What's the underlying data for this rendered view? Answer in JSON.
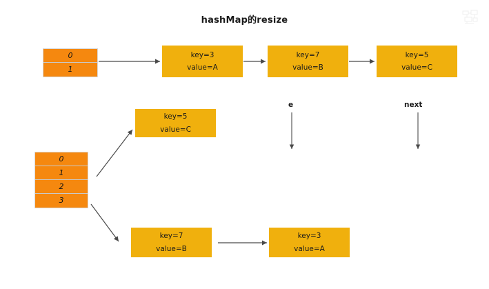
{
  "page": {
    "title": "hashMap的resize",
    "background_color": "#ffffff"
  },
  "colors": {
    "bucket_orange": "#f5880f",
    "node_amber": "#f0b00d",
    "arrow_gray": "#4a4a4a",
    "text_dark": "#1b1b1b",
    "cell_border": "#c9c9c9"
  },
  "watermark": {
    "name": "faint-logo-watermark"
  },
  "old_table": {
    "name": "old-bucket-table",
    "cells": [
      {
        "index": "0"
      },
      {
        "index": "1"
      }
    ]
  },
  "new_table": {
    "name": "new-bucket-table",
    "cells": [
      {
        "index": "0"
      },
      {
        "index": "1"
      },
      {
        "index": "2"
      },
      {
        "index": "3"
      }
    ]
  },
  "old_chain": {
    "name": "old-bucket-chain",
    "nodes": [
      {
        "key": "key=3",
        "value": "value=A"
      },
      {
        "key": "key=7",
        "value": "value=B"
      },
      {
        "key": "key=5",
        "value": "value=C"
      }
    ]
  },
  "new_chains": {
    "bucket1": {
      "name": "new-chain-bucket-1",
      "nodes": [
        {
          "key": "key=5",
          "value": "value=C"
        }
      ]
    },
    "bucket3": {
      "name": "new-chain-bucket-3",
      "nodes": [
        {
          "key": "key=7",
          "value": "value=B"
        },
        {
          "key": "key=3",
          "value": "value=A"
        }
      ]
    }
  },
  "pointers": [
    {
      "label": "e"
    },
    {
      "label": "next"
    }
  ]
}
